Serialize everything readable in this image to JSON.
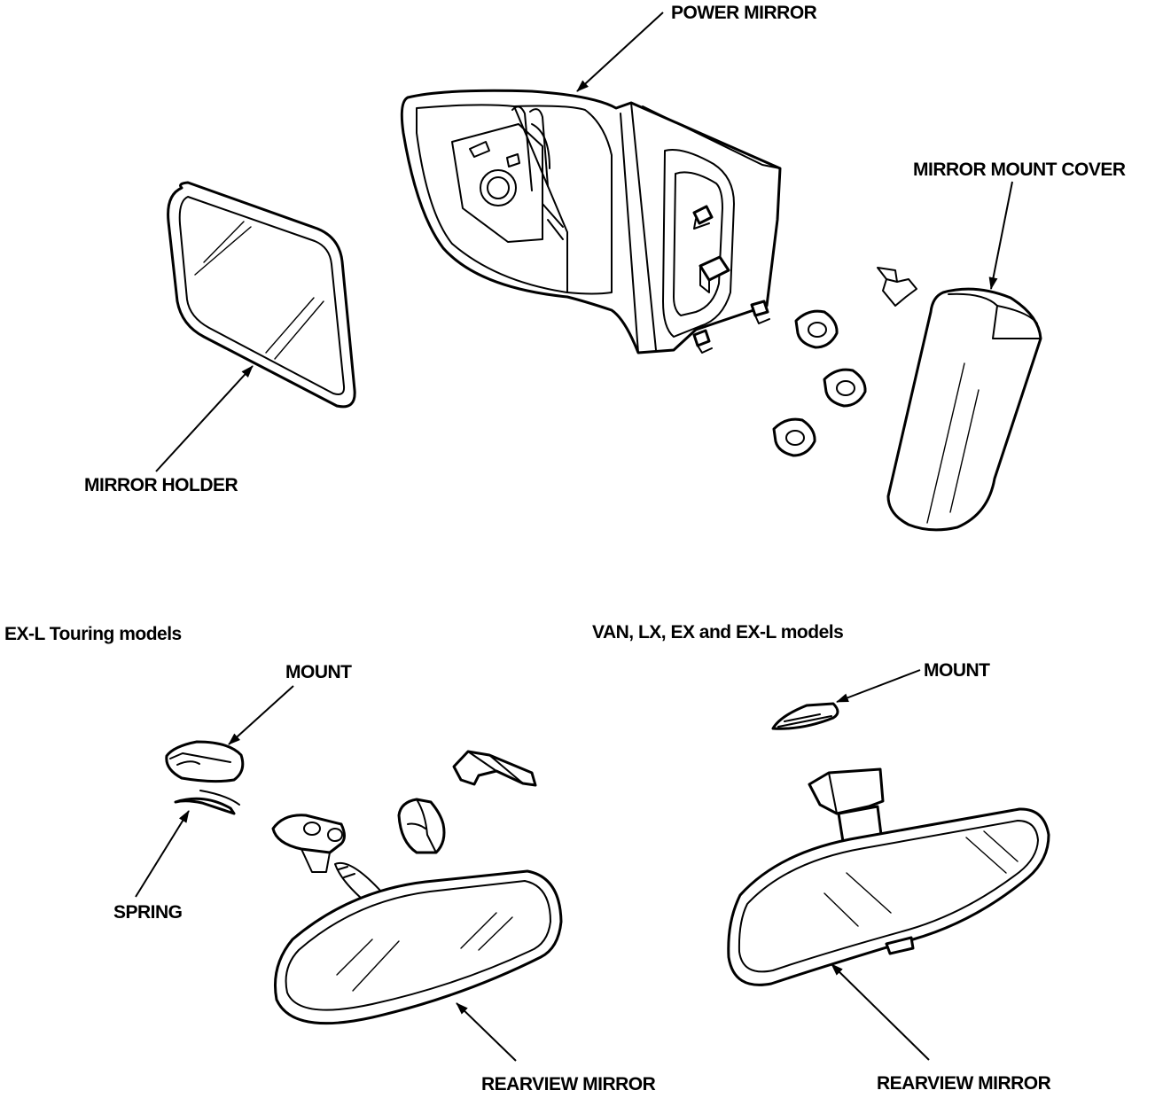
{
  "labels": {
    "power_mirror": "POWER MIRROR",
    "mirror_mount_cover": "MIRROR MOUNT COVER",
    "mirror_holder": "MIRROR HOLDER",
    "ex_l_touring": "EX-L Touring models",
    "van_lx_ex": "VAN, LX, EX and EX-L models",
    "mount_left": "MOUNT",
    "mount_right": "MOUNT",
    "spring": "SPRING",
    "rearview_left": "REARVIEW MIRROR",
    "rearview_right": "REARVIEW MIRROR"
  }
}
